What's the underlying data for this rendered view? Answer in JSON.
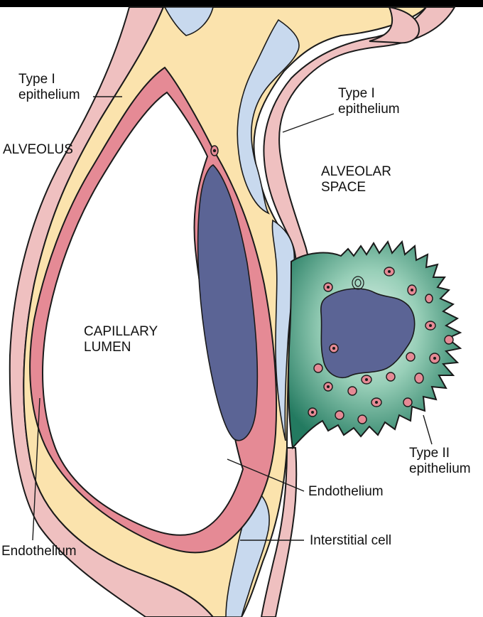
{
  "labels": {
    "type1_left": [
      "Type I",
      "epithelium"
    ],
    "alveolus": "ALVEOLUS",
    "type1_right": [
      "Type I",
      "epithelium"
    ],
    "alveolar_space": [
      "ALVEOLAR",
      "SPACE"
    ],
    "capillary_lumen": [
      "CAPILLARY",
      "LUMEN"
    ],
    "type2": [
      "Type II",
      "epithelium"
    ],
    "endothelium_right": "Endothelium",
    "interstitial_cell": "Interstitial cell",
    "endothelium_left": "Endothelium"
  },
  "colors": {
    "epithelium_pink": "#efc0c0",
    "endothelium_pink": "#e58a95",
    "interstitium": "#fbe3ad",
    "interstitial_blue": "#c8d9ee",
    "nucleus": "#5b6495",
    "type2_green": "#2f8a6e",
    "outline": "#1a1a1a"
  }
}
